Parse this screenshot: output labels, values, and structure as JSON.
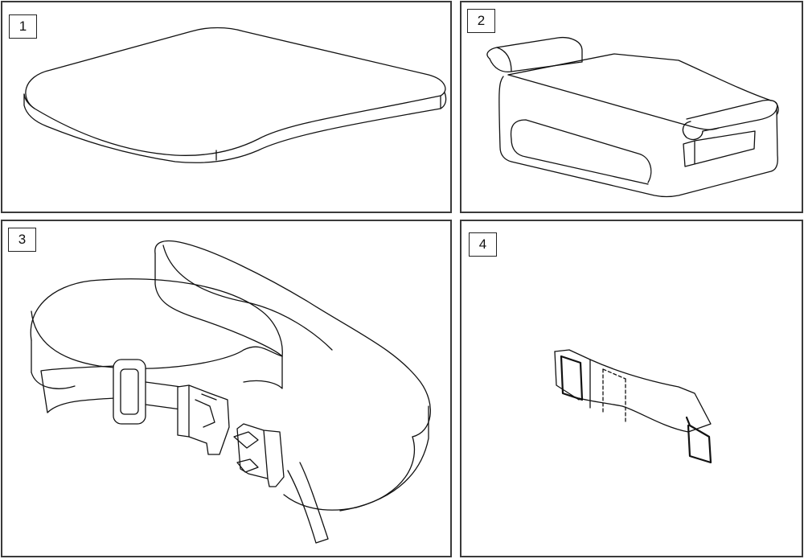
{
  "panels": [
    {
      "label": "1",
      "icon": "seat-cushion-icon"
    },
    {
      "label": "2",
      "icon": "cushion-cover-icon"
    },
    {
      "label": "3",
      "icon": "buckle-belt-icon"
    },
    {
      "label": "4",
      "icon": "strap-icon"
    }
  ]
}
